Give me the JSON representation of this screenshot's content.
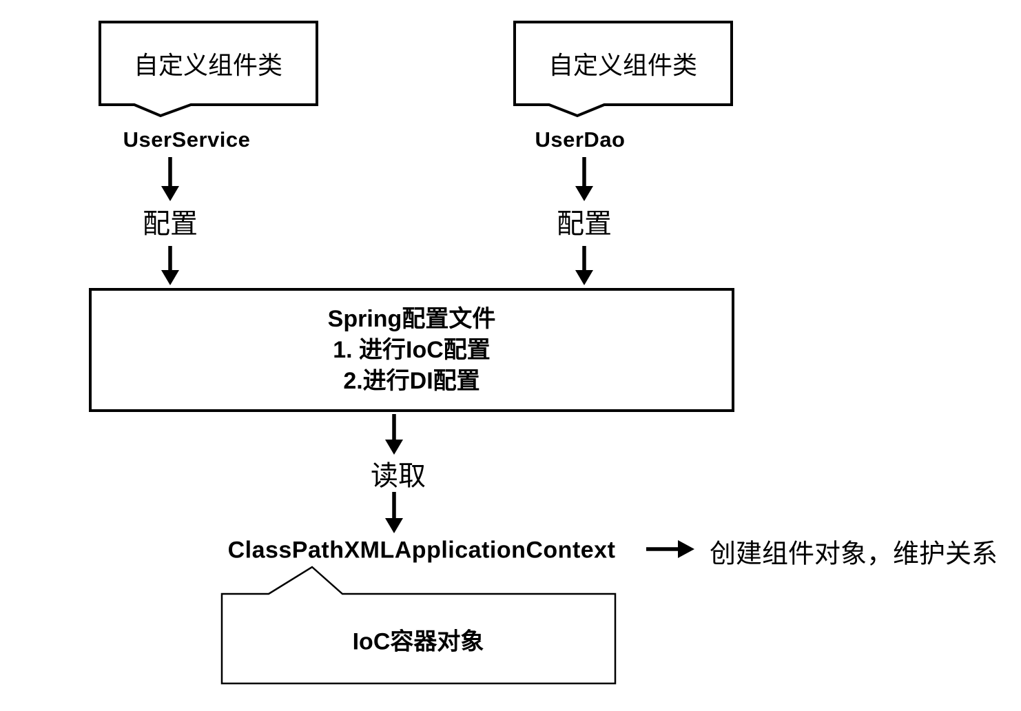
{
  "diagram": {
    "top_left_callout": {
      "title": "自定义组件类",
      "class_name": "UserService"
    },
    "top_right_callout": {
      "title": "自定义组件类",
      "class_name": "UserDao"
    },
    "edge_labels": {
      "config_left": "配置",
      "config_right": "配置",
      "read": "读取"
    },
    "spring_box": {
      "line1": "Spring配置文件",
      "line2": "1. 进行IoC配置",
      "line3": "2.进行DI配置"
    },
    "context_class": "ClassPathXMLApplicationContext",
    "context_note": "创建组件对象，维护关系",
    "ioc_box": {
      "label": "IoC容器对象"
    }
  },
  "colors": {
    "line": "#000000",
    "background": "#ffffff"
  }
}
